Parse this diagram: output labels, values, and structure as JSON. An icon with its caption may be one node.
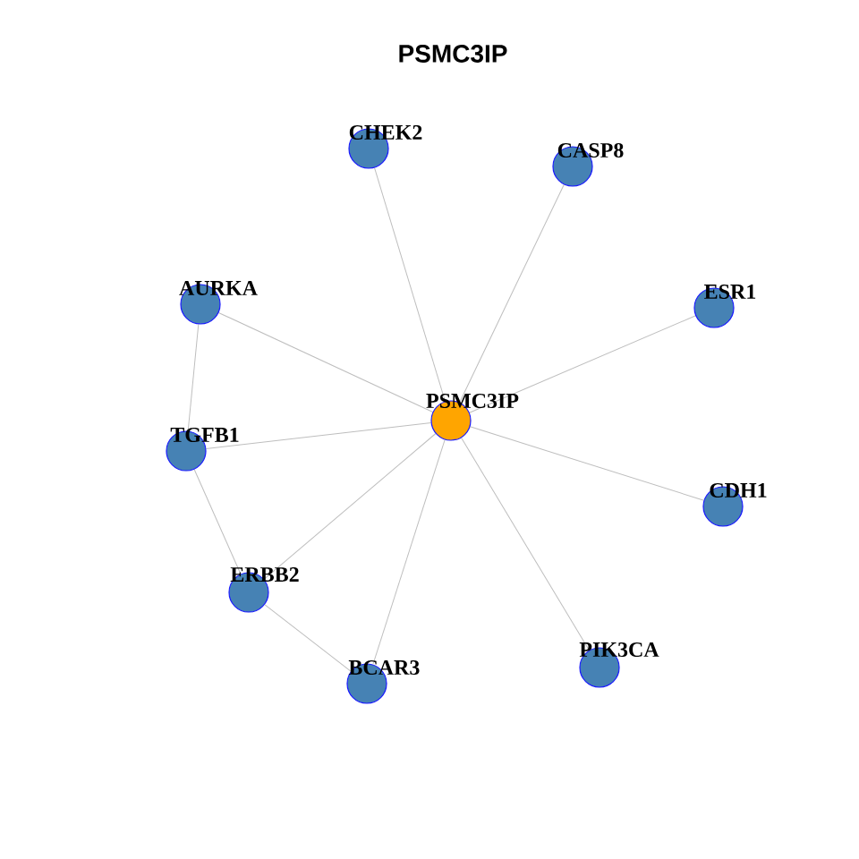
{
  "diagram": {
    "title": "PSMC3IP",
    "nodes": [
      {
        "text": [
          "CHEK2"
        ]
      },
      {
        "text": [
          "CASP8"
        ]
      },
      {
        "text": [
          "AURKA"
        ]
      },
      {
        "text": [
          "ESR1"
        ]
      },
      {
        "text": [
          "PSMC3IP"
        ]
      },
      {
        "text": [
          "TGFB1"
        ]
      },
      {
        "text": [
          "CDH1"
        ]
      },
      {
        "text": [
          "ERBB2"
        ]
      },
      {
        "text": [
          "PIK3CA"
        ]
      },
      {
        "text": [
          "BCAR3"
        ]
      }
    ],
    "edges": [
      {
        "from": 4,
        "to": 0,
        "arrow": "none"
      },
      {
        "from": 4,
        "to": 1,
        "arrow": "none"
      },
      {
        "from": 4,
        "to": 2,
        "arrow": "none"
      },
      {
        "from": 4,
        "to": 3,
        "arrow": "none"
      },
      {
        "from": 4,
        "to": 5,
        "arrow": "none"
      },
      {
        "from": 4,
        "to": 6,
        "arrow": "none"
      },
      {
        "from": 4,
        "to": 7,
        "arrow": "none"
      },
      {
        "from": 4,
        "to": 8,
        "arrow": "none"
      },
      {
        "from": 4,
        "to": 9,
        "arrow": "none"
      },
      {
        "from": 2,
        "to": 5,
        "arrow": "none"
      },
      {
        "from": 5,
        "to": 7,
        "arrow": "none"
      },
      {
        "from": 7,
        "to": 9,
        "arrow": "none"
      }
    ]
  }
}
